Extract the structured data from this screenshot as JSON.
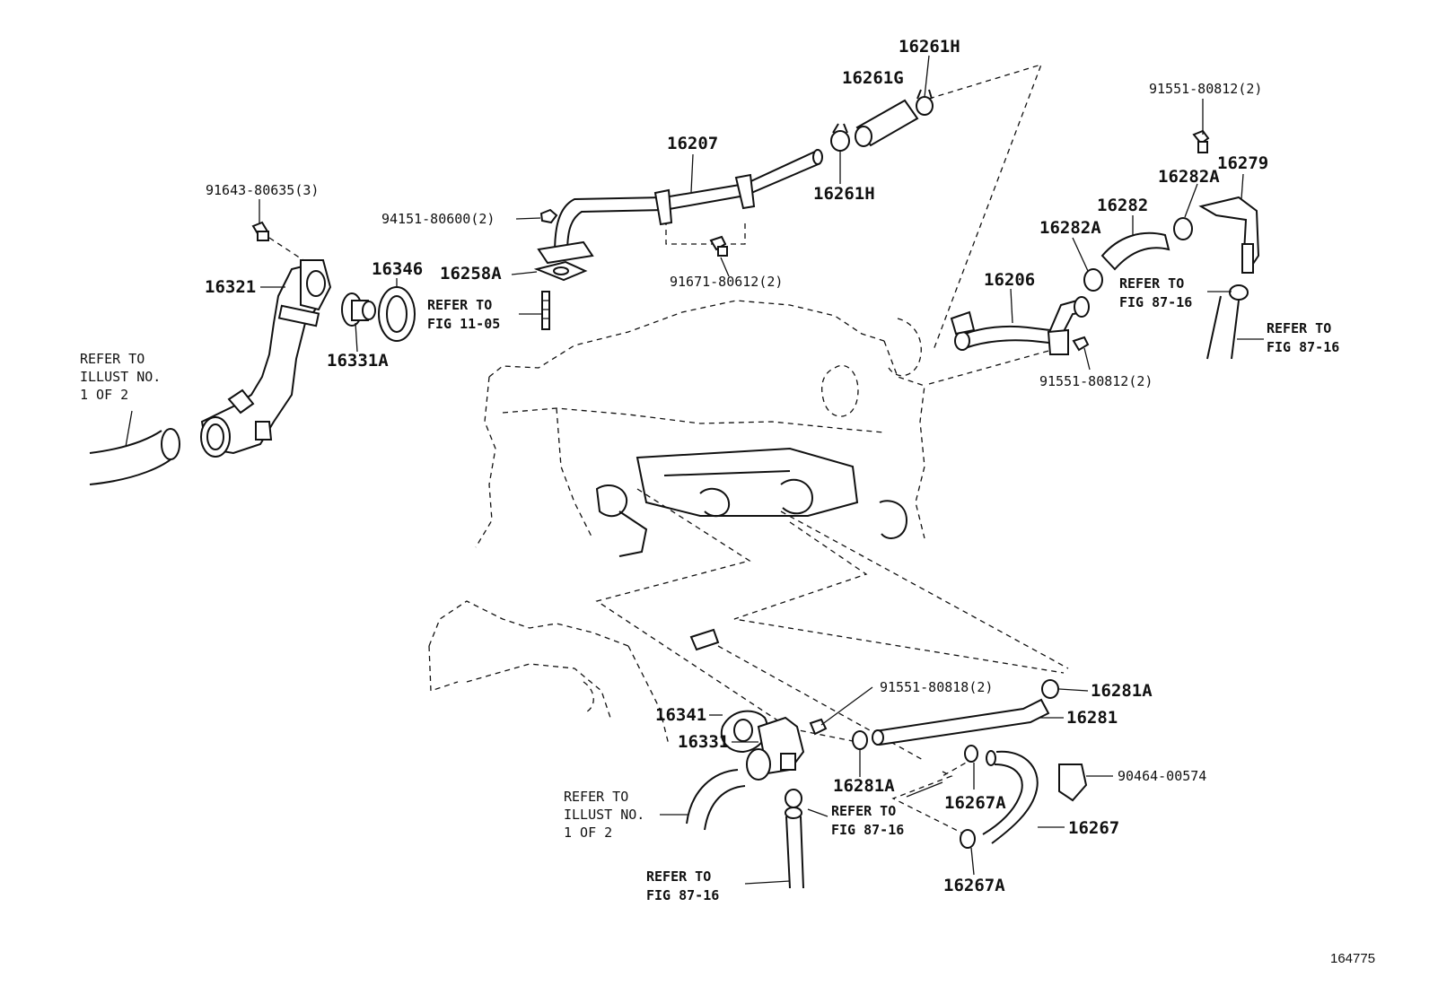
{
  "parts": {
    "p16261H_top": "16261H",
    "p16261G": "16261G",
    "p16261H_mid": "16261H",
    "p16207": "16207",
    "p94151": "94151-80600(2)",
    "p16258A": "16258A",
    "p91671": "91671-80612(2)",
    "p91643": "91643-80635(3)",
    "p16321": "16321",
    "p16346": "16346",
    "p16331A": "16331A",
    "p91551_top": "91551-80812(2)",
    "p16279": "16279",
    "p16282A_top": "16282A",
    "p16282": "16282",
    "p16282A_mid": "16282A",
    "p16206": "16206",
    "p91551_mid": "91551-80812(2)",
    "p91551_80818": "91551-80818(2)",
    "p16281A_right": "16281A",
    "p16281": "16281",
    "p16341": "16341",
    "p16331": "16331",
    "p16281A_low": "16281A",
    "p16267A_mid": "16267A",
    "p90464": "90464-00574",
    "p16267": "16267",
    "p16267A_low": "16267A"
  },
  "refs": {
    "illust_upper": [
      "REFER TO",
      "ILLUST NO.",
      "1 OF 2"
    ],
    "fig_11_05": [
      "REFER TO",
      "FIG 11-05"
    ],
    "fig_87_16_a": [
      "REFER TO",
      "FIG 87-16"
    ],
    "fig_87_16_b": [
      "REFER TO",
      "FIG 87-16"
    ],
    "illust_lower": [
      "REFER TO",
      "ILLUST NO.",
      "1 OF 2"
    ],
    "fig_87_16_c": [
      "REFER TO",
      "FIG 87-16"
    ],
    "fig_87_16_d": [
      "REFER TO",
      "FIG 87-16"
    ]
  },
  "illustration_id": "164775"
}
